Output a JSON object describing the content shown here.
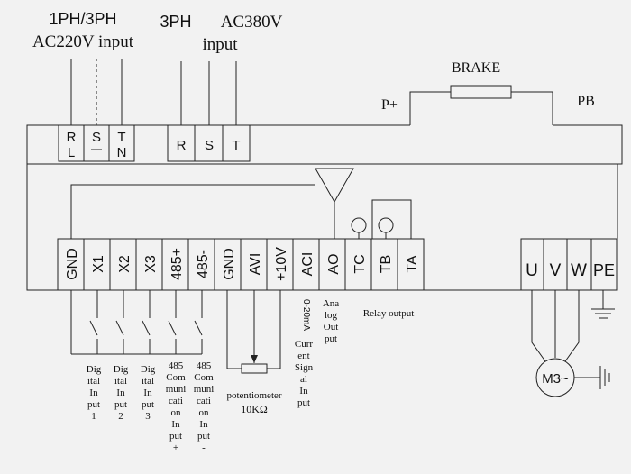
{
  "input_single": {
    "line1": "1PH/3PH",
    "line2": "AC220V input"
  },
  "input_three": {
    "line1a": "3PH",
    "line1b": "AC380V",
    "line2": "input"
  },
  "brake": {
    "label": "BRAKE",
    "p_plus": "P+",
    "pb": "PB"
  },
  "left_terminals": [
    {
      "top": "R",
      "bottom": "L"
    },
    {
      "top": "S",
      "bottom": ""
    },
    {
      "top": "T",
      "bottom": "N"
    }
  ],
  "right_terminals": [
    "R",
    "S",
    "T"
  ],
  "control_terminals": [
    "GND",
    "X1",
    "X2",
    "X3",
    "485+",
    "485-",
    "GND",
    "AVI",
    "+10V",
    "ACI",
    "AO",
    "TC",
    "TB",
    "TA"
  ],
  "motor_terminals": [
    "U",
    "V",
    "W",
    "PE"
  ],
  "motor_label": "M3~",
  "digital_inputs": [
    [
      "Dig",
      "ital",
      "In",
      "put",
      "1"
    ],
    [
      "Dig",
      "ital",
      "In",
      "put",
      "2"
    ],
    [
      "Dig",
      "ital",
      "In",
      "put",
      "3"
    ]
  ],
  "comm_inputs": [
    [
      "485",
      "Com",
      "muni",
      "cati",
      "on",
      "In",
      "put",
      "+"
    ],
    [
      "485",
      "Com",
      "muni",
      "cati",
      "on",
      "In",
      "put",
      "-"
    ]
  ],
  "potentiometer": {
    "line1": "potentiometer",
    "line2": "10KΩ"
  },
  "aci_range": "0-20mA",
  "aci_desc": [
    "Curr",
    "ent",
    "Sign",
    "al",
    "In",
    "put"
  ],
  "ao_desc": [
    "Ana",
    "log",
    "Out",
    "put"
  ],
  "relay_label": "Relay output"
}
